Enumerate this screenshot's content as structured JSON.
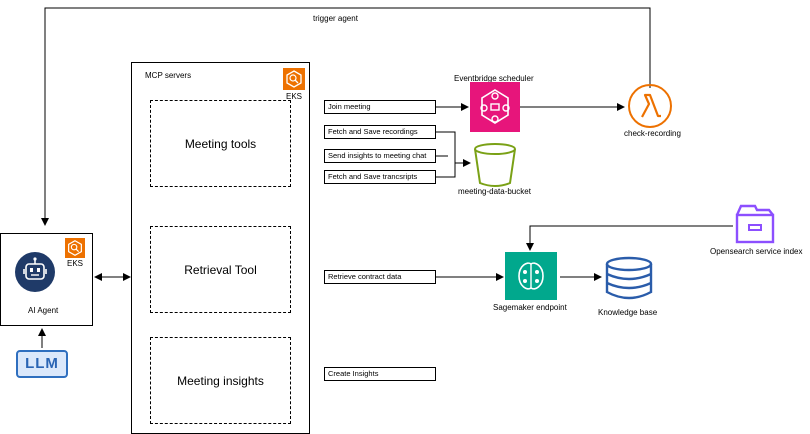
{
  "trigger_agent": "trigger agent",
  "mcp": {
    "title": "MCP servers",
    "badge": "EKS",
    "meeting_tools": "Meeting tools",
    "retrieval_tool": "Retrieval Tool",
    "meeting_insights": "Meeting insights"
  },
  "agent": {
    "label": "AI Agent",
    "badge": "EKS",
    "llm": "LLM"
  },
  "tools": {
    "join_meeting": "Join meeting",
    "fetch_recordings": "Fetch and Save recordings",
    "send_insights": "Send insights to meeting chat",
    "fetch_transcripts": "Fetch and Save trancsripts",
    "retrieve_contract": "Retrieve contract data",
    "create_insights": "Create Insights"
  },
  "services": {
    "eventbridge": "Eventbridge scheduler",
    "lambda": "check-recording",
    "bucket": "meeting-data-bucket",
    "sagemaker": "Sagemaker endpoint",
    "knowledge_base": "Knowledge base",
    "opensearch": "Opensearch service index"
  },
  "colors": {
    "eks": "#ed7100",
    "eventbridge": "#e7157b",
    "lambda": "#ed7100",
    "bucket": "#7aa116",
    "sagemaker": "#01a88d",
    "knowledge_base": "#2a5caa",
    "opensearch": "#8c4fff",
    "agent": "#1f3a68",
    "llm": "#2a64b4"
  }
}
